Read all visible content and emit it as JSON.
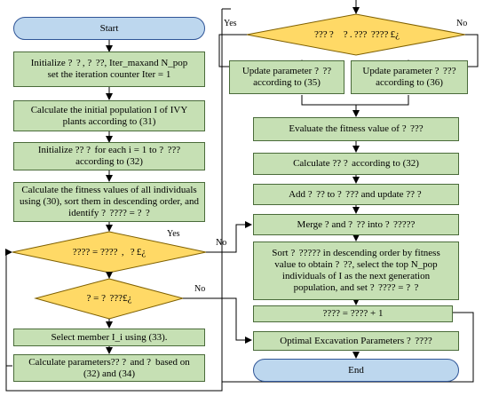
{
  "start": "Start",
  "end": "End",
  "left": {
    "init_params": "Initialize ?  ? , ?  ??, Iter_maxand N_pop\nset the iteration counter Iter = 1",
    "init_pop": "Calculate the initial population I of IVY\nplants according to (31)",
    "init_each": "Initialize ?? ?  for each i = 1 to ?  ???\naccording to (32)",
    "fitness": "Calculate the fitness values of all individuals\nusing (30), sort them in descending order, and\nidentify ?  ???? = ?  ?",
    "diamond1": "???? = ????  ,   ? £¿",
    "diamond2": "? = ?  ???£¿",
    "select": "Select member I_i using (33).",
    "calc_params": "Calculate parameters?? ?  and ?  based on\n(32) and (34)"
  },
  "right": {
    "diamond_top": "??? ?     ? . ???  ???? £¿",
    "update35": "Update parameter ?  ??\naccording to (35)",
    "update36": "Update parameter ?  ???\naccording to (36)",
    "evaluate": "Evaluate the fitness value of ?  ???",
    "calc32": "Calculate ?? ?  according to (32)",
    "add": "Add ?  ??  to  ?  ???  and update ?? ? ",
    "merge": "Merge ?  and ?  ??  into ?  ?????",
    "sort": "Sort ?  ?????  in descending order by fitness\nvalue to obtain ?  ??, select the top N_pop\nindividuals of I as the next generation\npopulation, and set ?  ???? = ?  ?",
    "iter": "???? = ???? + 1",
    "optimal": "Optimal Excavation Parameters ?  ????"
  },
  "labels": {
    "yes": "Yes",
    "no": "No"
  },
  "colors": {
    "process": "#c6e0b4",
    "terminal": "#bdd7ee",
    "decision": "#ffd966"
  }
}
